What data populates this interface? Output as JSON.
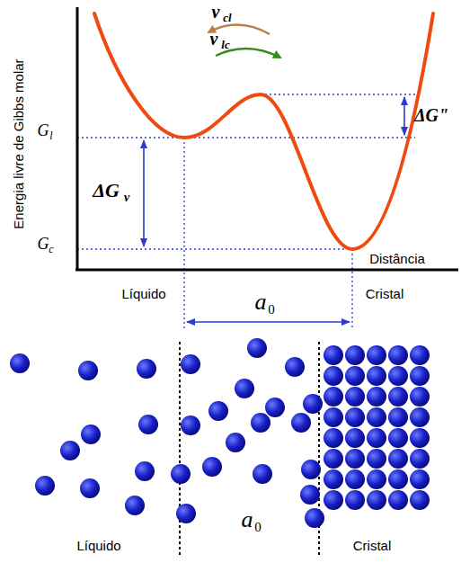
{
  "diagram": {
    "labels": [
      "Energia livre de Gibbs molar",
      "v",
      "cl",
      "v",
      "lc",
      "G",
      "l",
      "ΔG",
      "v",
      "ΔG\"",
      "G",
      "c",
      "Distância",
      "Líquido",
      "Cristal",
      "a",
      "0",
      "Líquido",
      "a",
      "0",
      "Cristal"
    ]
  }
}
